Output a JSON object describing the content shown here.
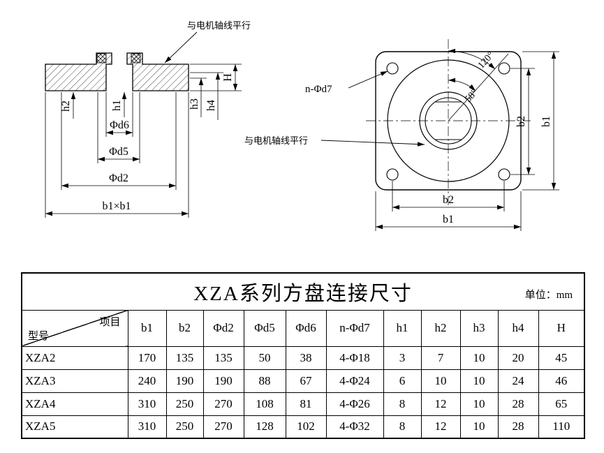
{
  "section_view": {
    "leader_label": "与电机轴线平行",
    "dim_h1": "h1",
    "dim_h2": "h2",
    "dim_h3": "h3",
    "dim_h4": "h4",
    "dim_H": "H",
    "dim_d6": "Φd6",
    "dim_d5": "Φd5",
    "dim_d2": "Φd2",
    "dim_b1xb1": "b1×b1"
  },
  "front_view": {
    "leader_holes": "n-Φd7",
    "leader_label": "与电机轴线平行",
    "angle_120": "120°",
    "angle_58": "58°",
    "dim_b2_right": "b2",
    "dim_b1_right": "b1",
    "dim_b2_bottom": "b2",
    "dim_b1_bottom": "b1"
  },
  "table": {
    "title": "XZA系列方盘连接尺寸",
    "unit_label": "单位：mm",
    "corner_top": "项目",
    "corner_bottom": "型号",
    "columns": [
      "b1",
      "b2",
      "Φd2",
      "Φd5",
      "Φd6",
      "n-Φd7",
      "h1",
      "h2",
      "h3",
      "h4",
      "H"
    ],
    "rows": [
      {
        "model": "XZA2",
        "values": [
          "170",
          "135",
          "135",
          "50",
          "38",
          "4-Φ18",
          "3",
          "7",
          "10",
          "20",
          "45"
        ]
      },
      {
        "model": "XZA3",
        "values": [
          "240",
          "190",
          "190",
          "88",
          "67",
          "4-Φ24",
          "6",
          "10",
          "10",
          "24",
          "46"
        ]
      },
      {
        "model": "XZA4",
        "values": [
          "310",
          "250",
          "270",
          "108",
          "81",
          "4-Φ26",
          "8",
          "12",
          "10",
          "28",
          "65"
        ]
      },
      {
        "model": "XZA5",
        "values": [
          "310",
          "250",
          "270",
          "128",
          "102",
          "4-Φ32",
          "8",
          "12",
          "10",
          "28",
          "110"
        ]
      }
    ]
  }
}
